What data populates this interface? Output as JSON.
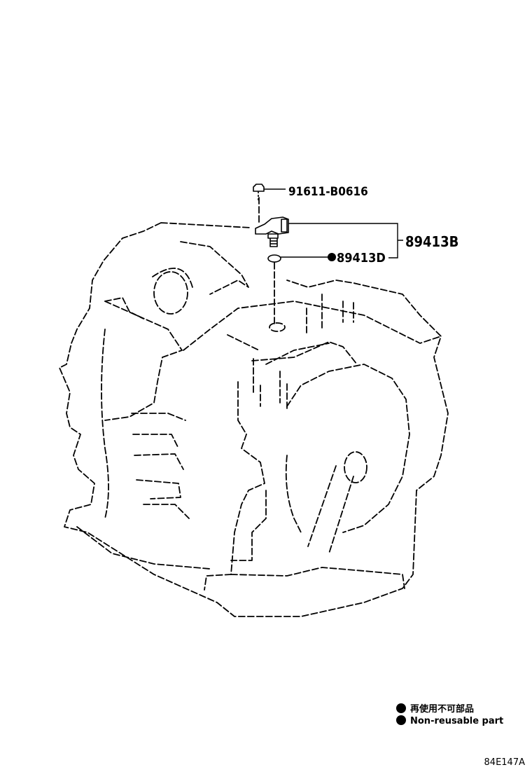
{
  "parts": {
    "bolt": "91611-B0616",
    "sensor_assembly": "89413B",
    "o_ring": "89413D"
  },
  "legend": {
    "reuse_jp": "再使用不可部品",
    "reuse_en": "Non-reusable part"
  },
  "diagram_code": "84E147A",
  "colors": {
    "ink": "#000000",
    "paper": "#ffffff"
  }
}
